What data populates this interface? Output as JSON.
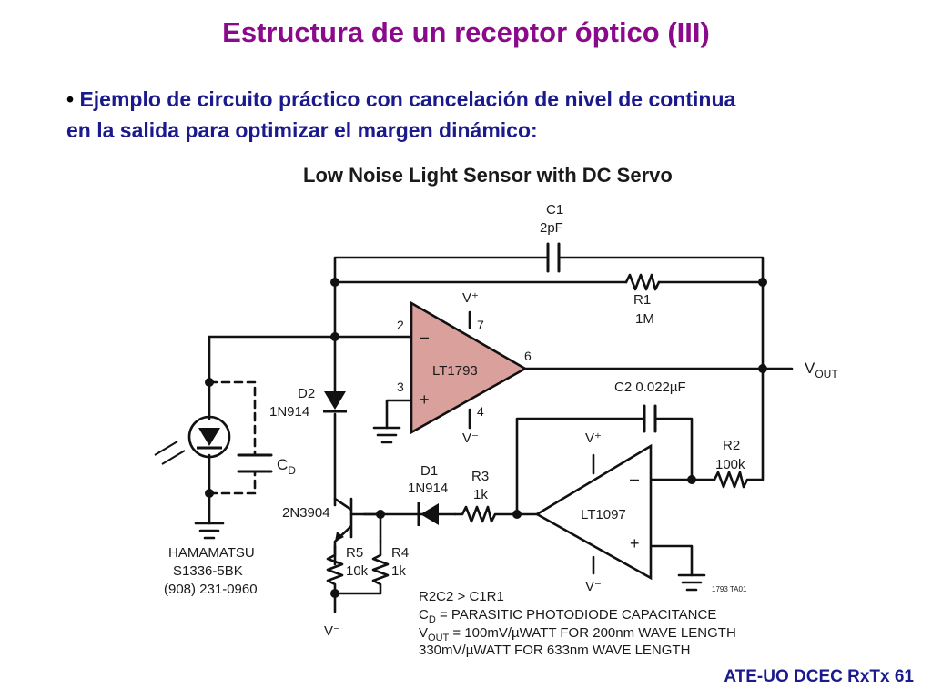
{
  "slide": {
    "title": "Estructura de un receptor óptico (III)",
    "bullet_marker": "•",
    "bullet_line1": "Ejemplo de circuito práctico con cancelación de nivel de continua",
    "bullet_line2": "en la salida para optimizar el margen dinámico:",
    "footer": "ATE-UO DCEC RxTx 61"
  },
  "colors": {
    "title": "#8b0a8c",
    "text": "#1a1a8c",
    "opamp_fill": "#d9a09c"
  },
  "schematic": {
    "heading": "Low Noise Light Sensor with DC Servo",
    "c1": {
      "name": "C1",
      "value": "2pF"
    },
    "r1": {
      "name": "R1",
      "value": "1M"
    },
    "u1": {
      "name": "LT1793",
      "pin2": "2",
      "pin3": "3",
      "pin4": "4",
      "pin6": "6",
      "pin7": "7",
      "vpos": "V⁺",
      "vneg": "V⁻",
      "minus": "–",
      "plus": "+"
    },
    "vout": {
      "main": "V",
      "sub": "OUT"
    },
    "c2": {
      "label": "C2 0.022µF"
    },
    "r2": {
      "name": "R2",
      "value": "100k"
    },
    "d2": {
      "name": "D2",
      "value": "1N914"
    },
    "d1": {
      "name": "D1",
      "value": "1N914"
    },
    "r3": {
      "name": "R3",
      "value": "1k"
    },
    "cd": {
      "main": "C",
      "sub": "D"
    },
    "q1": {
      "name": "2N3904"
    },
    "u2": {
      "name": "LT1097",
      "vpos": "V⁺",
      "vneg": "V⁻",
      "minus": "–",
      "plus": "+"
    },
    "r5": {
      "name": "R5",
      "value": "10k"
    },
    "r4": {
      "name": "R4",
      "value": "1k"
    },
    "vneg_bottom": "V⁻",
    "photodiode": {
      "line1": "HAMAMATSU",
      "line2": "S1336-5BK",
      "line3": "(908) 231-0960"
    },
    "notes": {
      "line1": "R2C2 > C1R1",
      "line2_main": "C",
      "line2_sub": "D",
      "line2_rest": " = PARASITIC PHOTODIODE CAPACITANCE",
      "line3_main": "V",
      "line3_sub": "OUT",
      "line3_rest": " = 100mV/µWATT FOR 200nm WAVE LENGTH",
      "line4": "330mV/µWATT FOR 633nm WAVE LENGTH"
    },
    "code": "1793 TA01"
  }
}
